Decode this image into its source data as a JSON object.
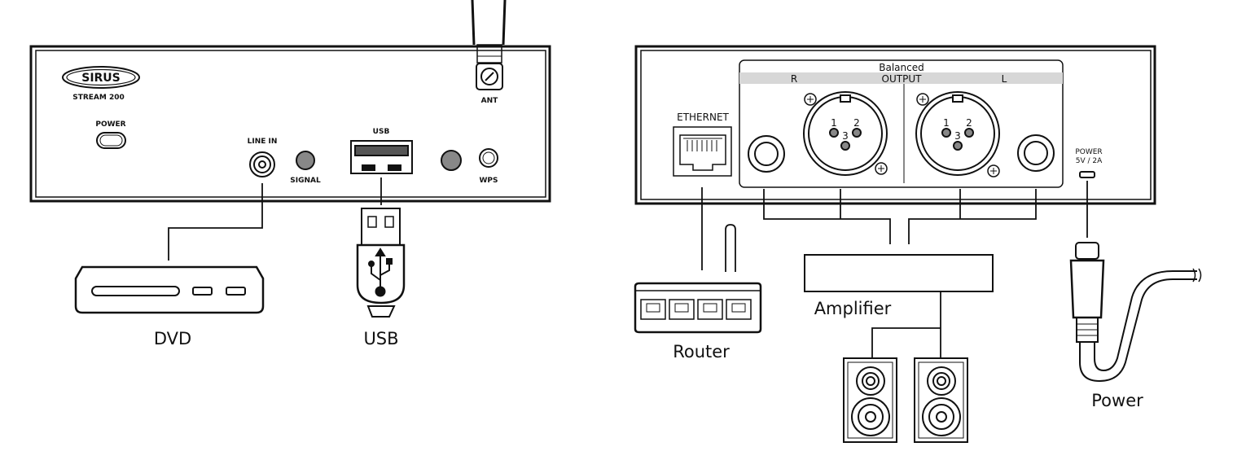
{
  "front_panel": {
    "brand": "SIRUS",
    "model": "STREAM 200",
    "power_label": "POWER",
    "line_in_label": "LINE IN",
    "signal_label": "SIGNAL",
    "usb_label": "USB",
    "wps_label": "WPS",
    "antenna_label": "ANT"
  },
  "rear_panel": {
    "ethernet_label": "ETHERNET",
    "balanced_label": "Balanced",
    "output_label": "OUTPUT",
    "right_channel": "R",
    "left_channel": "L",
    "pin_1": "1",
    "pin_2": "2",
    "pin_3": "3",
    "power_label": "POWER",
    "power_rating": "5V / 2A"
  },
  "devices": {
    "dvd": "DVD",
    "usb": "USB",
    "router": "Router",
    "amplifier": "Amplifier",
    "power": "Power"
  }
}
